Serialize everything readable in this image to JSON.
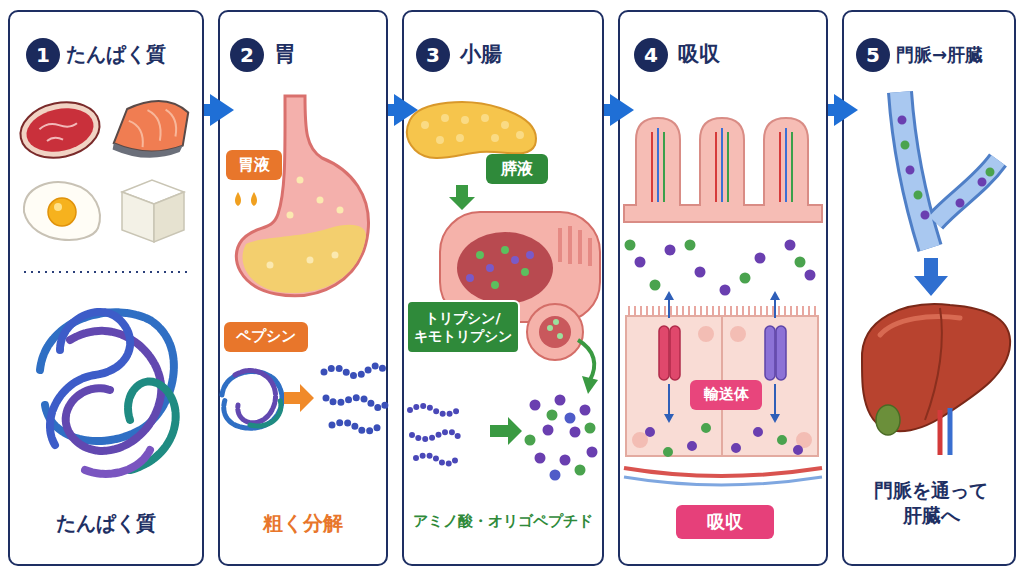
{
  "diagram": {
    "nodes": [
      {
        "text": [
          "たんぱく質",
          "たんぱく質"
        ]
      },
      {
        "text": [
          "1"
        ],
        "in": 0
      },
      {
        "text": [
          "胃",
          "粗く分解"
        ]
      },
      {
        "text": [
          "2"
        ],
        "in": 2
      },
      {
        "text": [
          "胃液"
        ],
        "in": 2
      },
      {
        "text": [
          "ペプシン"
        ],
        "in": 2
      },
      {
        "text": [
          "小腸",
          "アミノ酸・オリゴペプチド"
        ]
      },
      {
        "text": [
          "3"
        ],
        "in": 6
      },
      {
        "text": [
          "膵液"
        ],
        "in": 6
      },
      {
        "text": [
          "トリプシン/ キモトリプシン"
        ],
        "in": 6
      },
      {
        "text": [
          "吸収"
        ]
      },
      {
        "text": [
          "4"
        ],
        "in": 10
      },
      {
        "text": [
          "輸送体"
        ],
        "in": 10
      },
      {
        "text": [
          "吸収"
        ],
        "in": 10
      },
      {
        "text": [
          "門脈→肝臓",
          "門脈を通って 肝臓へ"
        ]
      },
      {
        "text": [
          "5"
        ],
        "in": 14
      }
    ],
    "edges": [
      {
        "from": 0,
        "to": 2,
        "arrow": "to"
      },
      {
        "from": 2,
        "to": 6,
        "arrow": "to"
      },
      {
        "from": 6,
        "to": 10,
        "arrow": "to"
      },
      {
        "from": 10,
        "to": 14,
        "arrow": "to"
      }
    ]
  }
}
